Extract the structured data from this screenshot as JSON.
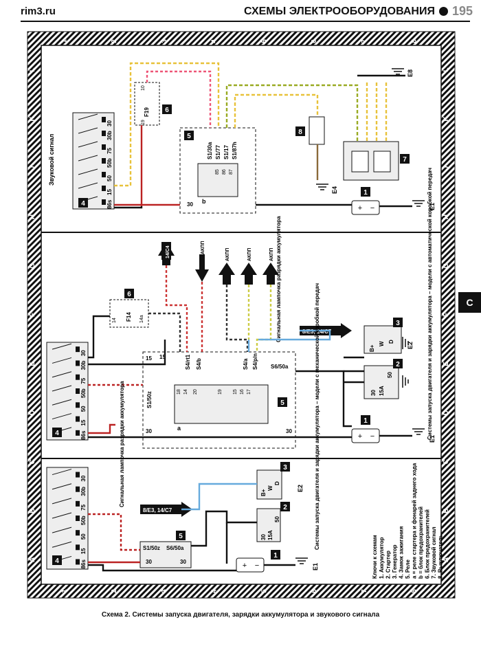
{
  "header": {
    "site": "rim3.ru",
    "section": "СХЕМЫ ЭЛЕКТРООБОРУДОВАНИЯ",
    "page": "195"
  },
  "caption": "Схема 2. Системы запуска двигателя, зарядки аккумулятора и звукового сигнала",
  "side_tab": "C",
  "grid": {
    "cols": [
      "1",
      "2",
      "3",
      "4",
      "5",
      "6",
      "7",
      "8"
    ],
    "rows": [
      "L",
      "K",
      "J",
      "H",
      "G",
      "F",
      "E",
      "D",
      "C",
      "B",
      "A"
    ]
  },
  "panel_top": {
    "title": "Звуковой сигнал",
    "ignition_terminals": [
      "86s",
      "15",
      "50",
      "50b",
      "75",
      "30b",
      "30"
    ],
    "ignition_num": "4",
    "fuse_label": "F19",
    "fuse_pins": [
      "19",
      "10"
    ],
    "fuse_num": "6",
    "relay_pins": [
      "S1/30a",
      "S1/77",
      "S1/17",
      "S1/87h"
    ],
    "relay_inner": [
      "85",
      "86",
      "87"
    ],
    "relay_sub": "b",
    "relay_num": "5",
    "relay_term": "30",
    "switch_num": "8",
    "horn_num": "7",
    "battery_num": "1",
    "grounds": [
      "E8",
      "E4",
      "E1"
    ]
  },
  "panel_mid": {
    "title": "Системы запуска двигателя и зарядки аккумулятора – модели с автоматической коробкой передач",
    "lamp_label": "Сигнальная лампочка разрядки аккумулятора",
    "ignition_terminals": [
      "86s",
      "15",
      "50",
      "50b",
      "75",
      "30b",
      "30"
    ],
    "ignition_num": "4",
    "fuse_label": "F14",
    "fuse_pins": [
      "14",
      "14a"
    ],
    "fuse_num": "6",
    "arrows": [
      "14/C4",
      "АКПП",
      "АКПП",
      "АКПП",
      "АКПП"
    ],
    "relay_pins": [
      "S4/rt1",
      "S4/b",
      "S4/a",
      "S4/p/n",
      "S1/50z",
      "S6/50a"
    ],
    "relay_inner": [
      "18",
      "14",
      "20",
      "19",
      "15",
      "16",
      "17"
    ],
    "relay_sub": "a",
    "relay_num": "5",
    "terms": [
      "15",
      "15",
      "30",
      "30"
    ],
    "ref_label": "8/E3, 14/C7",
    "alt_pins": [
      "B+",
      "W",
      "D"
    ],
    "alt_num": "3",
    "alt_gnd": "E2",
    "starter_pins": [
      "30",
      "15A",
      "50"
    ],
    "starter_num": "2",
    "battery_num": "1",
    "battery_gnd": "E1"
  },
  "panel_bot": {
    "title": "Системы запуска двигателя и зарядки аккумулятора – модели с механической коробкой передач",
    "lamp_label": "Сигнальная лампочка разрядки аккумулятора",
    "ignition_terminals": [
      "86s",
      "15",
      "50",
      "50b",
      "75",
      "30b",
      "30"
    ],
    "ignition_num": "4",
    "relay_pins": [
      "S1/50z",
      "S6/50a"
    ],
    "relay_terms": [
      "30",
      "30"
    ],
    "relay_num": "5",
    "ref_label": "8/E3, 14/C7",
    "alt_pins": [
      "B+",
      "W",
      "D"
    ],
    "alt_num": "3",
    "alt_gnd": "E2",
    "starter_pins": [
      "30",
      "15A",
      "50"
    ],
    "starter_num": "2",
    "battery_num": "1",
    "battery_gnd": "E1"
  },
  "legend": {
    "title": "Ключи к схемам",
    "items": [
      "1. Аккумулятор",
      "2. Стартер",
      "3. Генератор",
      "4. Замок зажигания",
      "5. Реле",
      "a = реле стартера и фонарей заднего хода",
      "b = блок предохранителей",
      "6. Блок предохранителей",
      "7. Звуковой сигнал",
      "8. Выключатель"
    ]
  }
}
